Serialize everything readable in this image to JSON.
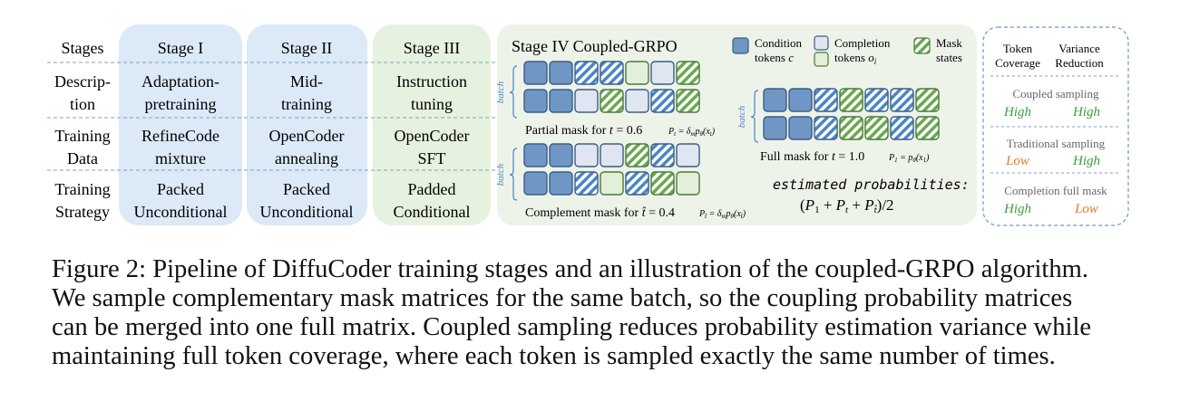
{
  "rowLabels": [
    {
      "l1": "Stages",
      "l2": ""
    },
    {
      "l1": "Descrip-",
      "l2": "tion"
    },
    {
      "l1": "Training",
      "l2": "Data"
    },
    {
      "l1": "Training",
      "l2": "Strategy"
    }
  ],
  "stages": [
    {
      "name": "Stage I",
      "desc": [
        "Adaptation-",
        "pretraining"
      ],
      "data": [
        "RefineCode",
        "mixture"
      ],
      "strategy": [
        "Packed",
        "Unconditional"
      ]
    },
    {
      "name": "Stage II",
      "desc": [
        "Mid-",
        "training"
      ],
      "data": [
        "OpenCoder",
        "annealing"
      ],
      "strategy": [
        "Packed",
        "Unconditional"
      ]
    },
    {
      "name": "Stage III",
      "desc": [
        "Instruction",
        "tuning"
      ],
      "data": [
        "OpenCoder",
        "SFT"
      ],
      "strategy": [
        "Padded",
        "Conditional"
      ]
    }
  ],
  "stage4": {
    "title": "Stage IV Coupled-GRPO",
    "legend": [
      {
        "type": "condition",
        "l1": "Condition",
        "l2": "tokens c"
      },
      {
        "type": "completion",
        "l1": "Completion",
        "l2": "tokens o",
        ".sub": "i"
      },
      {
        "type": "mask",
        "l1": "Mask",
        "l2": "states"
      }
    ],
    "batchLabel": "batch",
    "partial": {
      "caption": "Partial mask for t = 0.6",
      "formula": "P_t = δ_m p_θ(x_t)",
      "rows": [
        [
          "c",
          "c",
          "mb",
          "mb",
          "o",
          "o",
          "mg"
        ],
        [
          "c",
          "c",
          "o",
          "mg",
          "o",
          "mb",
          "mg"
        ]
      ]
    },
    "complement": {
      "caption": "Complement mask for t̂ = 0.4",
      "formula": "P_t̂ = δ_m p_θ(x_t̂)",
      "rows": [
        [
          "c",
          "c",
          "o",
          "o",
          "mg",
          "mb",
          "o"
        ],
        [
          "c",
          "c",
          "mb",
          "o",
          "mb",
          "mg",
          "o"
        ]
      ]
    },
    "full": {
      "caption": "Full mask for t = 1.0",
      "formula": "P_1 = p_θ(x_1)",
      "rows": [
        [
          "c",
          "c",
          "mb",
          "mg",
          "mb",
          "mb",
          "mg"
        ],
        [
          "c",
          "c",
          "mb",
          "mg",
          "mg",
          "mb",
          "mg"
        ]
      ]
    },
    "estimated": {
      "l1": "estimated probabilities:",
      "l2": "(P_1 + P_t + P_t̂)/2"
    }
  },
  "comparison": {
    "headers": [
      [
        "Token",
        "Coverage"
      ],
      [
        "Variance",
        "Reduction"
      ]
    ],
    "methods": [
      {
        "name": "Coupled sampling",
        "coverage": "High",
        "variance": "High"
      },
      {
        "name": "Traditional sampling",
        "coverage": "Low",
        "variance": "High"
      },
      {
        "name": "Completion full mask",
        "coverage": "High",
        "variance": "Low"
      }
    ]
  },
  "colors": {
    "stage1": "#dce9f7",
    "stage2": "#dce9f7",
    "stage3": "#e6f2df",
    "stage4": "#eef3ea",
    "condition": "#6f96c4",
    "completion": "#dfe6f2",
    "maskBlue": "#4a86c5",
    "maskGreen": "#6aa84f",
    "high": "#3a9d3a",
    "low": "#e07a20"
  },
  "caption": [
    "Figure 2: Pipeline of DiffuCoder training stages and an illustration of the coupled-GRPO algorithm.",
    "We sample complementary mask matrices for the same batch, so the coupling probability matrices",
    "can be merged into one full matrix. Coupled sampling reduces probability estimation variance while",
    "maintaining full token coverage, where each token is sampled exactly the same number of times."
  ]
}
